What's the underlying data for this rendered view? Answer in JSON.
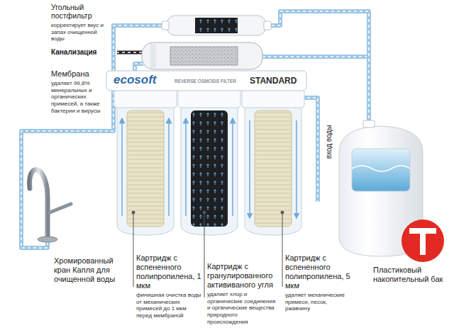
{
  "diagram": {
    "nodes": [
      {
        "text": [
          "Угольный постфильтр",
          "корректирует вкус и запах очищенной воды"
        ]
      },
      {
        "text": [
          "Мембрана",
          "удаляет 99,8% минеральных и органических примесей, а также бактерии и вирусы"
        ]
      },
      {
        "text": [
          "Хромированный кран Капля для очищенной воды"
        ]
      },
      {
        "text": [
          "Картридж с вспененного полипропилена, 1 мкм",
          "финишная очистка воды от механических примесей до 1 мкм перед мембраной"
        ]
      },
      {
        "text": [
          "Картридж с гранулированного актививаного угля",
          "удаляет хлор и органические соединения и органические вещества природного происхождения"
        ]
      },
      {
        "text": [
          "Картридж с вспененного полипропилена, 5 мкм",
          "удаляет механические примеси, песок, ржавчину"
        ]
      },
      {
        "text": [
          "Пластиковый накопительный бак"
        ]
      }
    ],
    "labels": [
      "Канализация",
      "ecosoft",
      "REVERSE OSMOSIS FILTER",
      "STANDARD",
      "вход воды"
    ]
  }
}
